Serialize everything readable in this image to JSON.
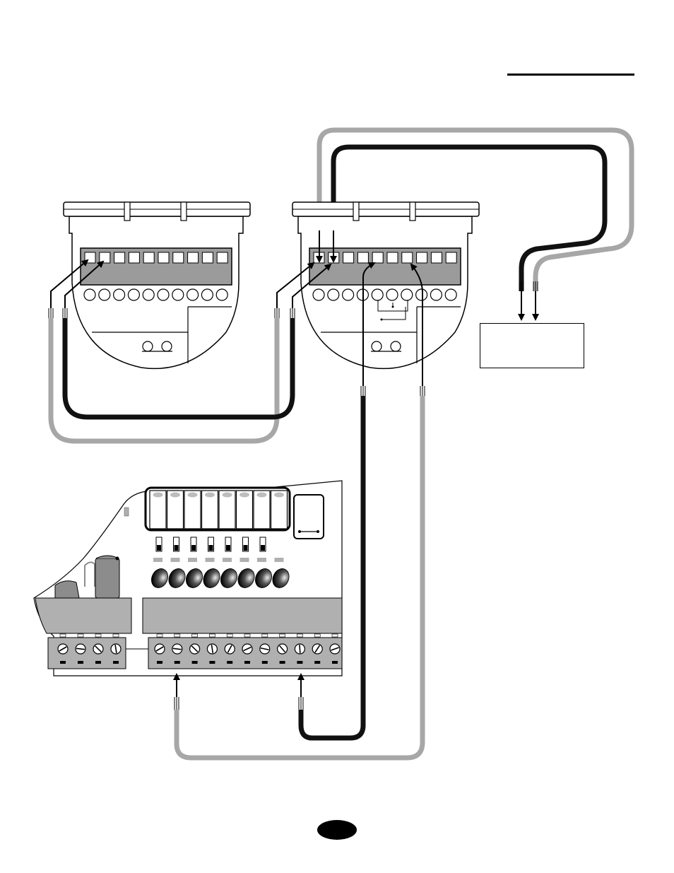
{
  "diagram": {
    "colors": {
      "black_wire": "#111111",
      "gray_wire": "#a7a7a7",
      "terminal_fill": "#9b9b9b",
      "board_fill": "#b0b0b0",
      "line": "#000000"
    },
    "icons": {
      "sensor_left": "sensor-housing-icon",
      "sensor_right": "sensor-housing-icon",
      "control_board": "circuit-board-icon",
      "controller": "rectangle-box-icon",
      "page_badge": "ellipse-badge-icon"
    },
    "counts": {
      "sensor_terminals": 10,
      "sensor_screws": 10,
      "board_relays": 8,
      "board_leds": 8,
      "board_dip_switches": 7,
      "board_terminals_left": 4,
      "board_terminals_right": 11
    }
  }
}
